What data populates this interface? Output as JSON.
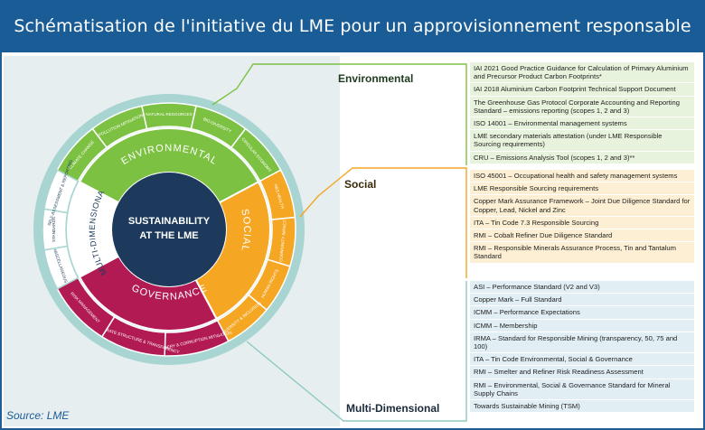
{
  "title": "Schématisation de l'initiative du LME pour un approvisionnement responsable",
  "source": "Source: LME",
  "colors": {
    "title_bg": "#1a5c95",
    "environmental": "#7dc142",
    "social": "#f5a623",
    "governance": "#b21a54",
    "multi_dimensional": "#ffffff",
    "outer_ring": "#a8d5d1",
    "center": "#1d3a5c"
  },
  "wheel": {
    "center": "SUSTAINABILITY\nAT THE LME",
    "center_line1": "SUSTAINABILITY",
    "center_line2": "AT THE LME",
    "sectors": {
      "environmental": "ENVIRONMENTAL",
      "social": "SOCIAL",
      "governance": "GOVERNANCE",
      "multi_dimensional": "MULTI-DIMENSIONAL"
    },
    "outer": {
      "environmental": [
        "CLIMATE CHANGE",
        "POLLUTION MITIGATION",
        "NATURAL RESOURCES",
        "BIO-DIVERSITY",
        "CIRCULAR ECONOMY"
      ],
      "social": [
        "H&S HEALTH",
        "COMMUNITY IMPACT",
        "HUMAN RIGHTS",
        "DIVERSITY & INCLUSION"
      ],
      "governance": [
        "BRIBERY & CORRUPTION MITIGATION",
        "CORPORATE STRUCTURE & TRANSPARENCY",
        "RISK MANAGEMENT"
      ],
      "multi_dimensional": [
        "MISCELLANEOUS",
        "STANDARDS",
        "SELF-ASSESSMENT & REPORTING"
      ]
    }
  },
  "categories": {
    "environmental": "Environmental",
    "social": "Social",
    "multi_dimensional": "Multi-Dimensional"
  },
  "standards": {
    "environmental": [
      "IAI 2021 Good Practice Guidance for Calculation of Primary Aluminium and Precursor Product Carbon Footprints*",
      "IAI 2018 Aluminium Carbon Footprint Technical Support Document",
      "The Greenhouse Gas Protocol Corporate Accounting and Reporting Standard – emissions reporting (scopes 1, 2 and 3)",
      "ISO 14001 – Environmental management systems",
      "LME secondary materials attestation (under LME Responsible Sourcing requirements)",
      "CRU – Emissions Analysis Tool (scopes 1, 2 and 3)**"
    ],
    "social": [
      "ISO 45001 – Occupational health and safety management systems",
      "LME Responsible Sourcing requirements",
      "Copper Mark Assurance Framework – Joint Due Diligence Standard for Copper, Lead, Nickel and Zinc",
      "ITA – Tin Code 7.3 Responsible Sourcing",
      "RMI – Cobalt Refiner Due Diligence Standard",
      "RMI – Responsible Minerals Assurance Process, Tin and Tantalum Standard"
    ],
    "multi_dimensional": [
      "ASI – Performance Standard (V2 and V3)",
      "Copper Mark – Full Standard",
      "ICMM – Performance Expectations",
      "ICMM – Membership",
      "IRMA – Standard for Responsible Mining (transparency, 50, 75 and 100)",
      "ITA – Tin Code Environmental, Social & Governance",
      "RMI – Smelter and Refiner Risk Readiness Assessment",
      "RMI – Environmental, Social & Governance Standard for Mineral Supply Chains",
      "Towards Sustainable Mining (TSM)"
    ]
  }
}
